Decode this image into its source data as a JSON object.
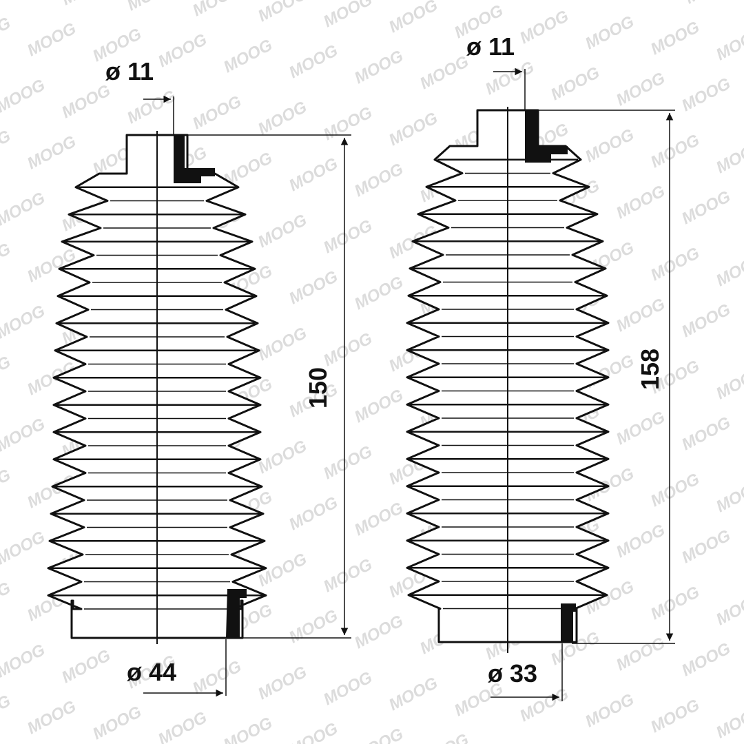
{
  "watermark": {
    "text": "MOOG",
    "color": "#dcdcdc"
  },
  "colors": {
    "line": "#111111",
    "fill": "#ffffff",
    "inner": "#f3f3f3"
  },
  "boots": [
    {
      "id": "boot-left",
      "small_diameter_label": "ø 11",
      "large_diameter_label": "ø 44",
      "length_label": "150"
    },
    {
      "id": "boot-right",
      "small_diameter_label": "ø 11",
      "large_diameter_label": "ø 33",
      "length_label": "158"
    }
  ]
}
